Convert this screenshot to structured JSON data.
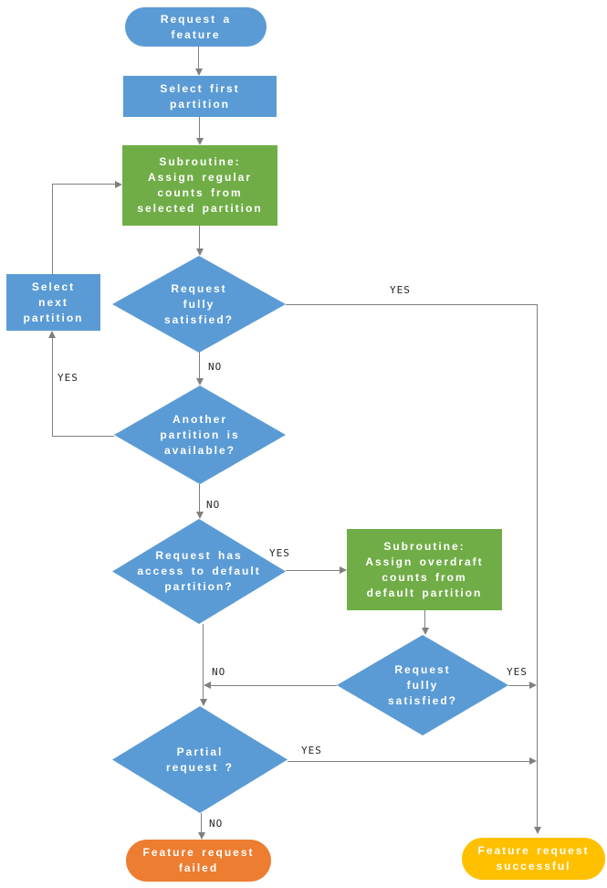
{
  "palette": {
    "node_blue": "#5B9BD5",
    "node_green": "#70AD47",
    "node_orange": "#ED7D31",
    "node_yellow": "#FFC000",
    "connector": "#7F7F7F",
    "edge_label": "#262626"
  },
  "nodes": {
    "start": "Request a\nfeature",
    "select_first": "Select first\npartition",
    "sub_regular": "Subroutine:\nAssign regular\ncounts from\nselected partition",
    "satisfied1": "Request\nfully\nsatisfied?",
    "select_next": "Select\nnext\npartition",
    "another": "Another\npartition is\navailable?",
    "default_access": "Request has\naccess to default\npartition?",
    "sub_overdraft": "Subroutine:\nAssign overdraft\ncounts from\ndefault partition",
    "satisfied2": "Request\nfully\nsatisfied?",
    "partial": "Partial\nrequest ?",
    "failed": "Feature request\nfailed",
    "successful": "Feature request\nsuccessful"
  },
  "edge_labels": {
    "satisfied1_yes": "YES",
    "satisfied1_no": "NO",
    "another_yes": "YES",
    "another_no": "NO",
    "default_yes": "YES",
    "satisfied2_no": "NO",
    "satisfied2_yes": "YES",
    "partial_yes": "YES",
    "partial_no": "NO"
  }
}
